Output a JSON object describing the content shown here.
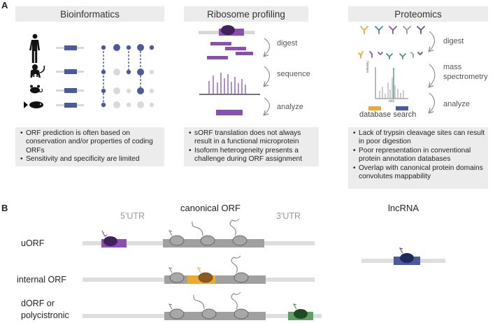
{
  "panels": {
    "a_letter": "A",
    "b_letter": "B"
  },
  "bioinformatics": {
    "title": "Bioinformatics",
    "organisms": [
      "human-icon",
      "monkey-icon",
      "mouse-icon",
      "fish-icon"
    ],
    "notes": [
      "ORF prediction is often based on conservation and/or properties of coding ORFs",
      "Sensitivity and specificity are limited"
    ]
  },
  "ribosome_profiling": {
    "title": "Ribosome profiling",
    "steps": [
      "digest",
      "sequence",
      "analyze"
    ],
    "notes": [
      "sORF translation does not always result in a functional microprotein",
      "Isoform heterogeneity presents a challenge during ORF assignment"
    ]
  },
  "proteomics": {
    "title": "Proteomics",
    "steps": [
      "digest",
      "mass spectrometry",
      "analyze"
    ],
    "spectrum_ylabel": "Intensity",
    "spectrum_xlabel": "m/z",
    "database_search": "database search",
    "notes": [
      "Lack of trypsin cleavage sites can result in poor digestion",
      "Poor representation in conventional protein annotation databases",
      "Overlap with canonical protein domains convolutes mappability"
    ]
  },
  "panel_b": {
    "utr5": "5'UTR",
    "canonical": "canonical ORF",
    "utr3": "3'UTR",
    "lncrna": "lncRNA",
    "rows": [
      "uORF",
      "internal ORF",
      "dORF or polycistronic"
    ]
  },
  "colors": {
    "purple": "#8a4fb0",
    "navy": "#4b5a9a",
    "orange": "#f0a830",
    "green": "#3f7f45",
    "gray_box": "#ececec"
  }
}
